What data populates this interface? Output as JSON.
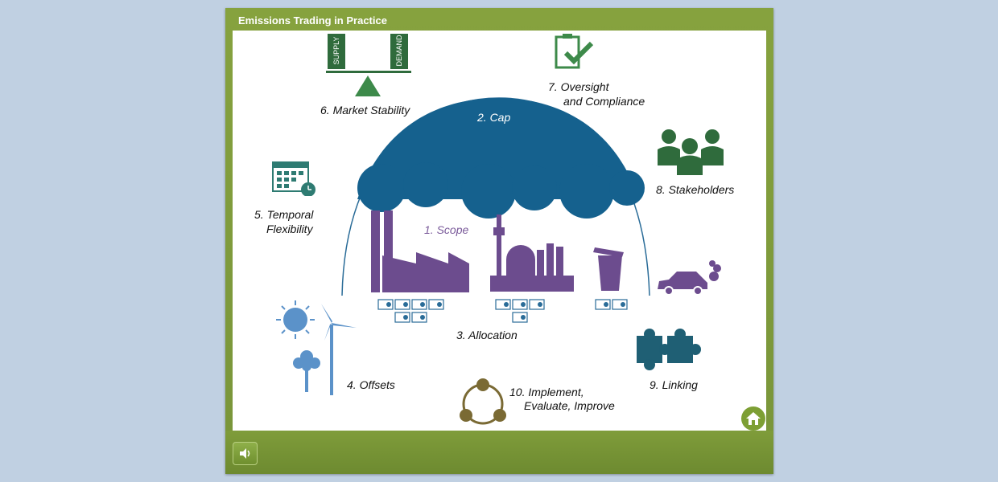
{
  "title": "Emissions Trading in Practice",
  "diagram": {
    "scope": "1. Scope",
    "cap": "2. Cap",
    "allocation": "3. Allocation",
    "offsets": "4. Offsets",
    "temporal_line1": "5. Temporal",
    "temporal_line2": "Flexibility",
    "market_stability": "6. Market Stability",
    "supply": "SUPPLY",
    "demand": "DEMAND",
    "oversight_line1": "7. Oversight",
    "oversight_line2": "and Compliance",
    "stakeholders": "8. Stakeholders",
    "linking": "9. Linking",
    "implement_line1": "10. Implement,",
    "implement_line2": "Evaluate, Improve"
  },
  "colors": {
    "green_frame": "#7f9c3a",
    "cap_blue": "#15618e",
    "purple": "#6c4c8e",
    "dark_green": "#2f6b3c",
    "teal": "#2e7b72",
    "light_blue": "#5b92c9",
    "olive": "#7a6a34"
  },
  "icons": {
    "sound": "speaker-icon",
    "home": "home-icon"
  }
}
